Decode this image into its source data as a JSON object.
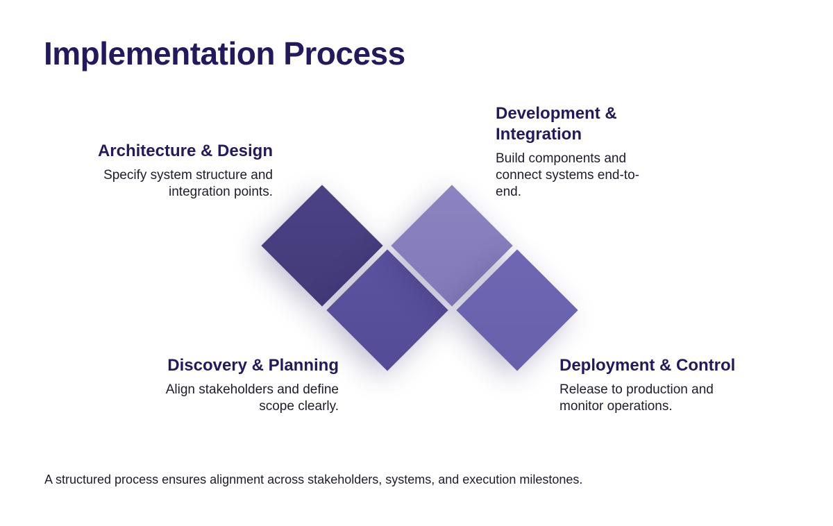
{
  "header": {
    "title": "Implementation Process"
  },
  "steps": [
    {
      "title": "Architecture & Design",
      "description": "Specify system structure and integration points."
    },
    {
      "title": "Development & Integration",
      "description": "Build components and connect systems end-to-end."
    },
    {
      "title": "Discovery & Planning",
      "description": "Align stakeholders and define scope clearly."
    },
    {
      "title": "Deployment & Control",
      "description": "Release to production and monitor operations."
    }
  ],
  "tile_colors": [
    "#4b4284",
    "#5c54a0",
    "#8b84c1",
    "#6f67b3"
  ],
  "footer": {
    "text": "A structured process ensures alignment across stakeholders, systems, and execution milestones."
  }
}
